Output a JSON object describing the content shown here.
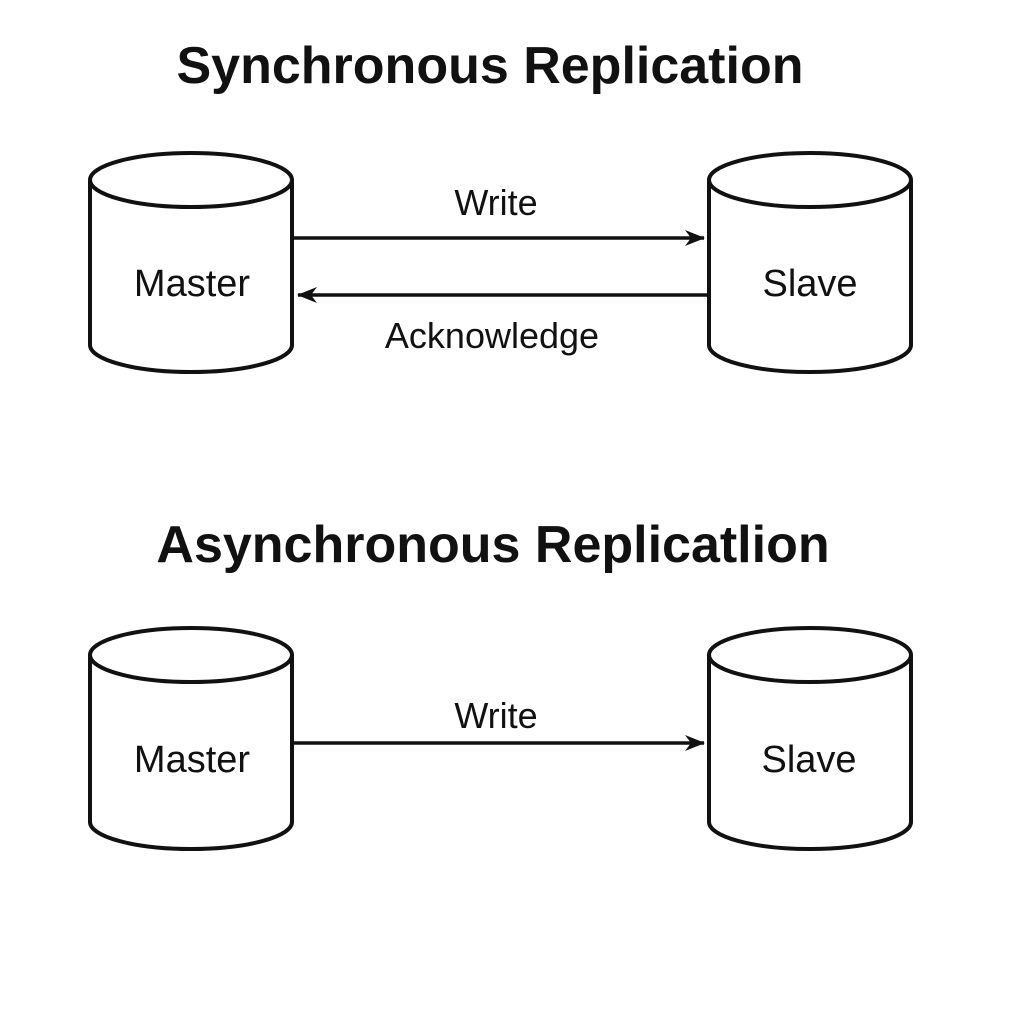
{
  "colors": {
    "background": "#ffffff",
    "ink": "#111111"
  },
  "sections": [
    {
      "title": "Synchronous Replication",
      "master_label": "Master",
      "slave_label": "Slave",
      "forward_arrow_label": "Write",
      "return_arrow_label": "Acknowledge"
    },
    {
      "title": "Asynchronous Replicatlion",
      "master_label": "Master",
      "slave_label": "Slave",
      "forward_arrow_label": "Write"
    }
  ],
  "icons": {
    "database": "database-cylinder-icon",
    "arrow": "arrowhead"
  }
}
